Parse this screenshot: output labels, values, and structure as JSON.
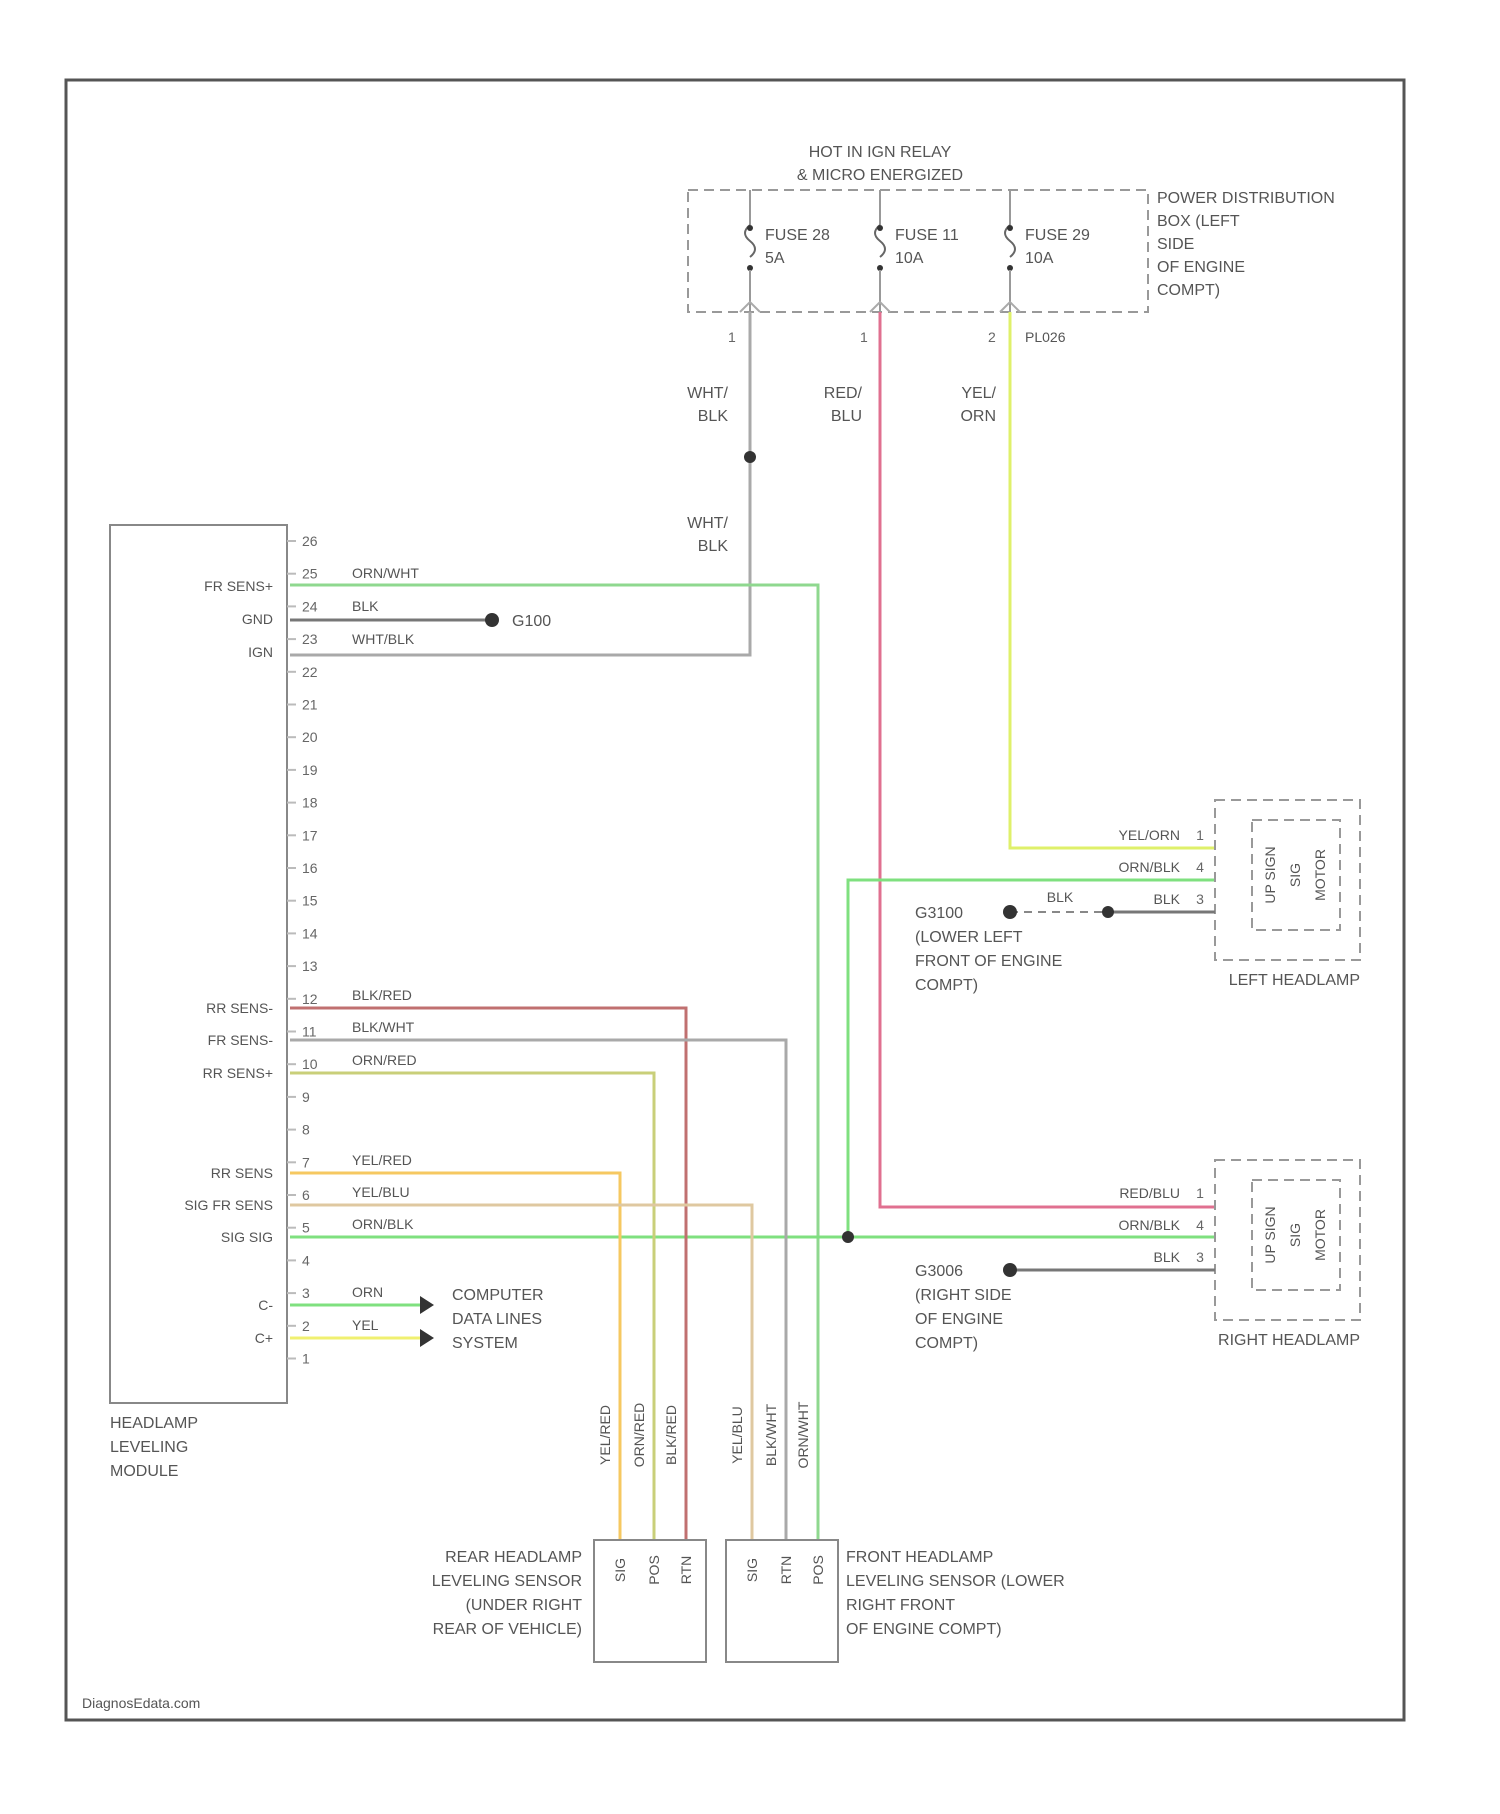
{
  "relay": {
    "line1": "HOT IN IGN RELAY",
    "line2": "& MICRO ENERGIZED"
  },
  "pdb": {
    "lines": [
      "POWER DISTRIBUTION",
      "BOX (LEFT",
      "SIDE",
      "OF ENGINE",
      "COMPT)"
    ]
  },
  "fuses": [
    {
      "name": "FUSE 28",
      "rating": "5A",
      "pin": "1"
    },
    {
      "name": "FUSE 11",
      "rating": "10A",
      "pin": "1"
    },
    {
      "name": "FUSE 29",
      "rating": "10A",
      "pin": "2",
      "connector": "PL026"
    }
  ],
  "wires_top": [
    {
      "l1": "WHT/",
      "l2": "BLK"
    },
    {
      "l1": "RED/",
      "l2": "BLU"
    },
    {
      "l1": "YEL/",
      "l2": "ORN"
    },
    {
      "l1": "WHT/",
      "l2": "BLK"
    }
  ],
  "module": {
    "label_lines": [
      "HEADLAMP",
      "LEVELING",
      "MODULE"
    ],
    "pins": [
      "26",
      "25",
      "24",
      "23",
      "22",
      "21",
      "20",
      "19",
      "18",
      "17",
      "16",
      "15",
      "14",
      "13",
      "12",
      "11",
      "10",
      "9",
      "8",
      "7",
      "6",
      "5",
      "4",
      "3",
      "2",
      "1"
    ],
    "left_labels": {
      "p25": "FR SENS+",
      "p24": "GND",
      "p23": "IGN",
      "p12": "RR SENS-",
      "p11": "FR SENS-",
      "p10": "RR SENS+",
      "p7": "RR SENS",
      "p6": "SIG FR SENS",
      "p5": "SIG SIG",
      "p3": "C-",
      "p2": "C+"
    },
    "wire_labels": {
      "p25": "ORN/WHT",
      "p24": "BLK",
      "p23": "WHT/BLK",
      "p12": "BLK/RED",
      "p11": "BLK/WHT",
      "p10": "ORN/RED",
      "p7": "YEL/RED",
      "p6": "YEL/BLU",
      "p5": "ORN/BLK",
      "p3": "ORN",
      "p2": "YEL"
    }
  },
  "ground_g100": {
    "label": "G100"
  },
  "data_lines": {
    "lines": [
      "COMPUTER",
      "DATA LINES",
      "SYSTEM"
    ]
  },
  "left_headlamp": {
    "title": "LEFT HEADLAMP",
    "inner": [
      "UP SIGN",
      "SIG",
      "MOTOR"
    ],
    "pin_wires": [
      {
        "wire": "YEL/ORN",
        "pin": "1"
      },
      {
        "wire": "ORN/BLK",
        "pin": "4"
      },
      {
        "wire": "BLK",
        "pin": "3"
      }
    ],
    "ground_wire": "BLK",
    "ground_lines": [
      "G3100",
      "(LOWER LEFT",
      "FRONT OF ENGINE",
      "COMPT)"
    ]
  },
  "right_headlamp": {
    "title": "RIGHT HEADLAMP",
    "inner": [
      "UP SIGN",
      "SIG",
      "MOTOR"
    ],
    "pin_wires": [
      {
        "wire": "RED/BLU",
        "pin": "1"
      },
      {
        "wire": "ORN/BLK",
        "pin": "4"
      },
      {
        "wire": "BLK",
        "pin": "3"
      }
    ],
    "ground_lines": [
      "G3006",
      "(RIGHT SIDE",
      "OF ENGINE",
      "COMPT)"
    ]
  },
  "rear_sensor": {
    "lines": [
      "REAR HEADLAMP",
      "LEVELING SENSOR",
      "(UNDER RIGHT",
      "REAR OF VEHICLE)"
    ],
    "wires": [
      "YEL/RED",
      "ORN/RED",
      "BLK/RED"
    ],
    "pins": [
      "SIG",
      "POS",
      "RTN"
    ]
  },
  "front_sensor": {
    "lines": [
      "FRONT HEADLAMP",
      "LEVELING SENSOR (LOWER",
      "RIGHT FRONT",
      "OF ENGINE COMPT)"
    ],
    "wires": [
      "YEL/BLU",
      "BLK/WHT",
      "ORN/WHT"
    ],
    "pins": [
      "SIG",
      "RTN",
      "POS"
    ]
  },
  "watermark": "DiagnosEdata.com",
  "colors": {
    "frame": "#555555",
    "wire_gray": "#a9a9a9",
    "wire_red_blu": "#e07090",
    "wire_yel_orn": "#dff06a",
    "wire_orn_wht": "#8fd88f",
    "wire_orn_blk": "#7fe07f",
    "wire_yel_red": "#f6c861",
    "wire_orn_red": "#c9cf79",
    "wire_yel_blu": "#dfc8a0",
    "wire_blk_red": "#c07070",
    "wire_yel": "#f0f070"
  }
}
